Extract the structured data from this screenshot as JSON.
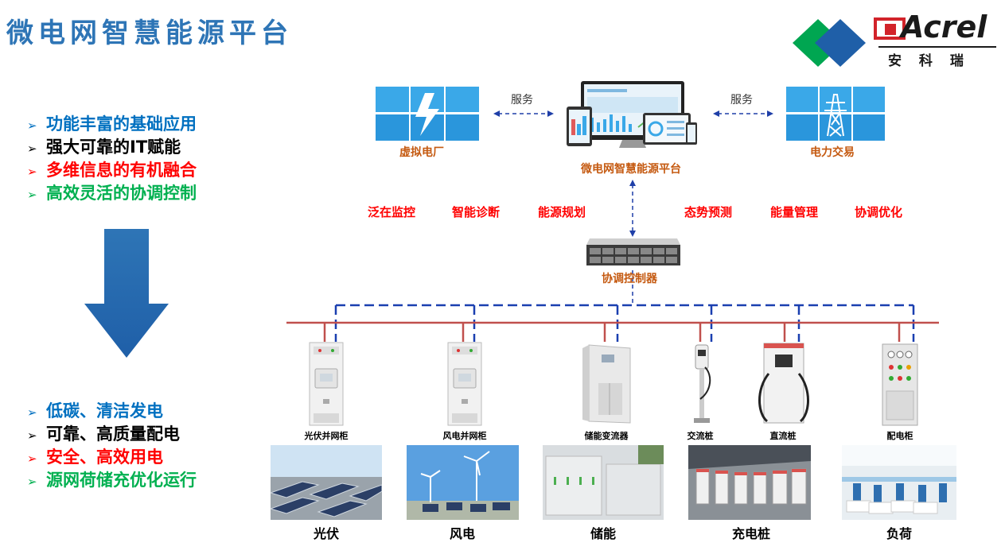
{
  "title": "微电网智慧能源平台",
  "logo": {
    "brand": "Acrel",
    "cn": "安 科 瑞",
    "colors": {
      "green": "#00a651",
      "blue": "#1f5fa8",
      "red": "#d2232a"
    }
  },
  "features_top": [
    {
      "text": "功能丰富的基础应用",
      "color": "#0070c0"
    },
    {
      "text": "强大可靠的IT赋能",
      "color": "#000000"
    },
    {
      "text": "多维信息的有机融合",
      "color": "#ff0000"
    },
    {
      "text": "高效灵活的协调控制",
      "color": "#00b050"
    }
  ],
  "features_bottom": [
    {
      "text": "低碳、清洁发电",
      "color": "#0070c0"
    },
    {
      "text": "可靠、高质量配电",
      "color": "#000000"
    },
    {
      "text": "安全、高效用电",
      "color": "#ff0000"
    },
    {
      "text": "源网荷储充优化运行",
      "color": "#00b050"
    }
  ],
  "top_row": {
    "virtual_plant": "虚拟电厂",
    "platform": "微电网智慧能源平台",
    "trading": "电力交易",
    "service_left": "服务",
    "service_right": "服务"
  },
  "functions": [
    "泛在监控",
    "智能诊断",
    "能源规划",
    "态势预测",
    "能量管理",
    "协调优化"
  ],
  "controller": "协调控制器",
  "devices": [
    "光伏并网柜",
    "风电并网柜",
    "储能变流器",
    "交流桩",
    "直流桩",
    "配电柜"
  ],
  "photos": [
    "光伏",
    "风电",
    "储能",
    "充电桩",
    "负荷"
  ]
}
